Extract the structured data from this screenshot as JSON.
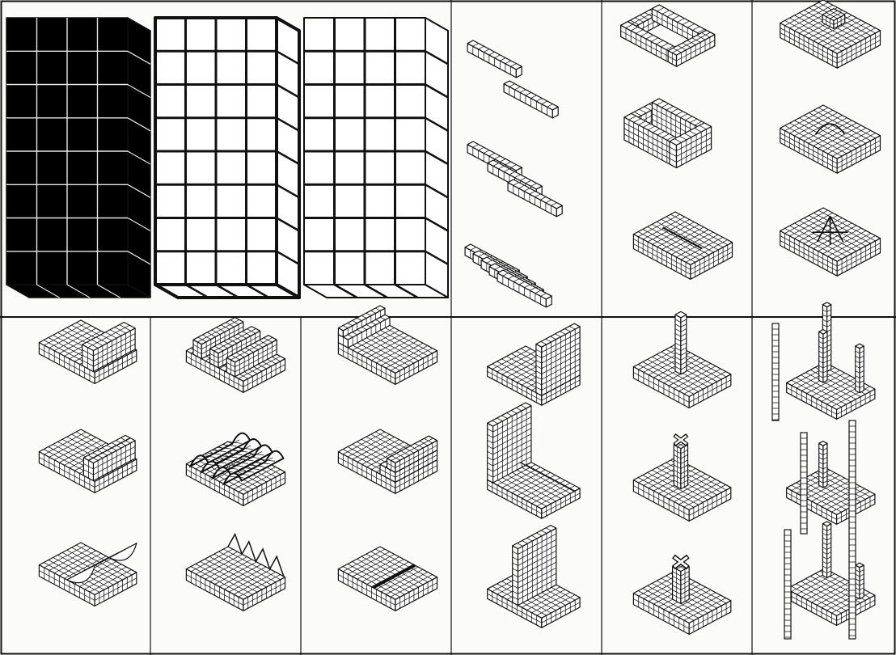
{
  "plate": {
    "background": "#fbfbf9",
    "ink": "#111111",
    "grid_rows": 2,
    "grid_columns": 6
  },
  "top_row": {
    "blocks": [
      {
        "name": "solid-grid-block",
        "fill": "black"
      },
      {
        "name": "heavy-frame-grid-block",
        "fill": "white"
      },
      {
        "name": "light-frame-grid-block",
        "fill": "white"
      }
    ],
    "columns": [
      {
        "name": "bars",
        "items": [
          "single-bars",
          "three-bars",
          "ridged-slab"
        ]
      },
      {
        "name": "hollow-frames",
        "items": [
          "flat-rectangular-frame",
          "tall-rectangular-frame",
          "slab-with-groove"
        ]
      },
      {
        "name": "slab-surface-marks",
        "items": [
          "slab-with-square-mark",
          "slab-with-curved-mark",
          "slab-with-tent-mark"
        ]
      }
    ]
  },
  "bottom_row": {
    "columns": [
      {
        "name": "raised-edges",
        "items": [
          "l-step-slab",
          "rounded-edge-slab",
          "curved-rise-slab"
        ]
      },
      {
        "name": "ridges",
        "items": [
          "three-ridge-slab",
          "rounded-ridge-slab",
          "wave-slab"
        ]
      },
      {
        "name": "steps",
        "items": [
          "stair-corner-slab",
          "double-step-slab",
          "slab-with-line"
        ]
      },
      {
        "name": "walls",
        "items": [
          "slab-with-back-wall",
          "slab-with-two-walls",
          "slab-with-center-wall"
        ]
      },
      {
        "name": "posts",
        "items": [
          "slab-with-post",
          "slab-with-x-post",
          "slab-with-x-post-tall"
        ]
      },
      {
        "name": "stacked-posts",
        "items": [
          "stacked-slabs-with-posts"
        ]
      }
    ]
  }
}
